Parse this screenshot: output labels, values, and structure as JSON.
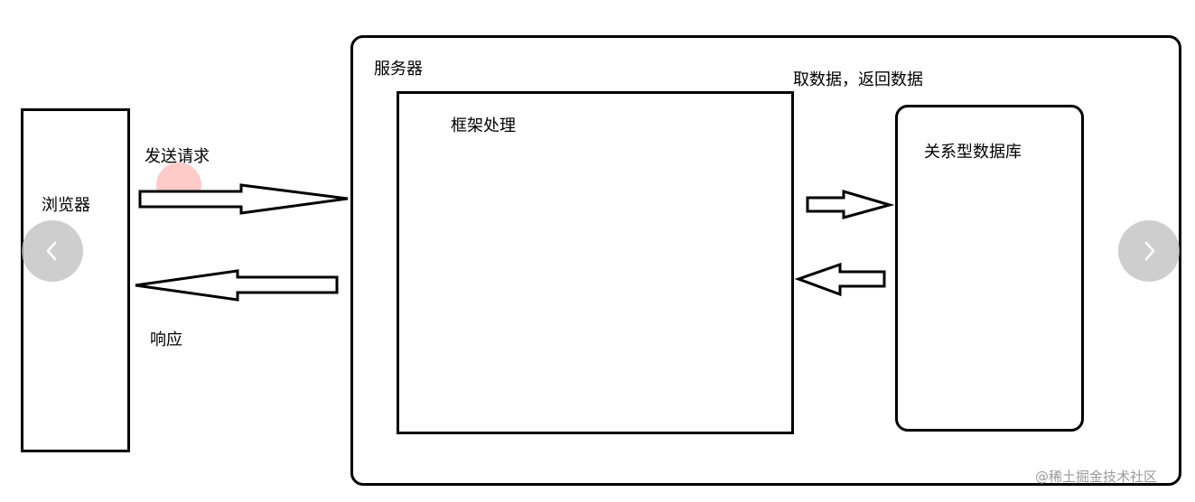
{
  "diagram": {
    "browser_label": "浏览器",
    "server_label": "服务器",
    "framework_label": "框架处理",
    "database_label": "关系型数据库",
    "send_request_label": "发送请求",
    "response_label": "响应",
    "fetch_data_label": "取数据，返回数据"
  },
  "watermark": {
    "text": "@稀土掘金技术社区"
  },
  "navigation": {
    "prev_icon": "chevron-left-icon",
    "next_icon": "chevron-right-icon"
  },
  "colors": {
    "stroke": "#000000",
    "background": "#ffffff",
    "nav_button": "#bebebe",
    "click_indicator": "#ff9696",
    "watermark": "#9a9a9a"
  }
}
